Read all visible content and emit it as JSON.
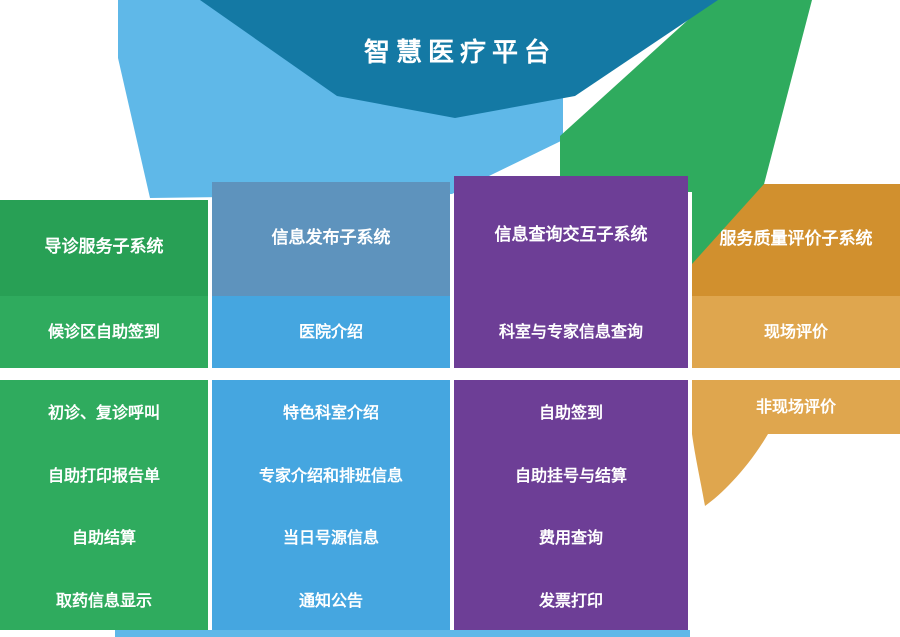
{
  "title": "智慧医疗平台",
  "columns": [
    {
      "header": "导诊服务子系统",
      "featured": "候诊区自助签到",
      "items": [
        "初诊、复诊呼叫",
        "自助打印报告单",
        "自助结算",
        "取药信息显示"
      ]
    },
    {
      "header": "信息发布子系统",
      "featured": "医院介绍",
      "items": [
        "特色科室介绍",
        "专家介绍和排班信息",
        "当日号源信息",
        "通知公告"
      ]
    },
    {
      "header": "信息查询交互子系统",
      "featured": "科室与专家信息查询",
      "items": [
        "自助签到",
        "自助挂号与结算",
        "费用查询",
        "发票打印"
      ]
    },
    {
      "header": "服务质量评价子系统",
      "featured": "现场评价",
      "items": [
        "非现场评价"
      ]
    }
  ],
  "colors": {
    "platform_banner": "#1479a4",
    "connector_light_blue": "#5fb8e8",
    "green_header": "#28a055",
    "green_item": "#2fab5e",
    "blue_header": "#5e93bd",
    "blue_item": "#45a6e0",
    "purple": "#6d3e96",
    "orange_header": "#d1902e",
    "orange_item": "#dfa64e"
  }
}
